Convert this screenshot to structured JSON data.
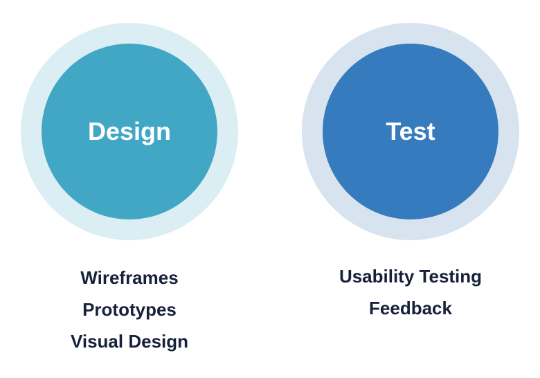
{
  "stages": [
    {
      "title": "Design",
      "color": "#42a7c5",
      "ring_color": "#daeef3",
      "items": [
        "Wireframes",
        "Prototypes",
        "Visual Design"
      ]
    },
    {
      "title": "Test",
      "color": "#367bbd",
      "ring_color": "#d7e4f0",
      "items": [
        "Usability Testing",
        "Feedback"
      ]
    }
  ]
}
